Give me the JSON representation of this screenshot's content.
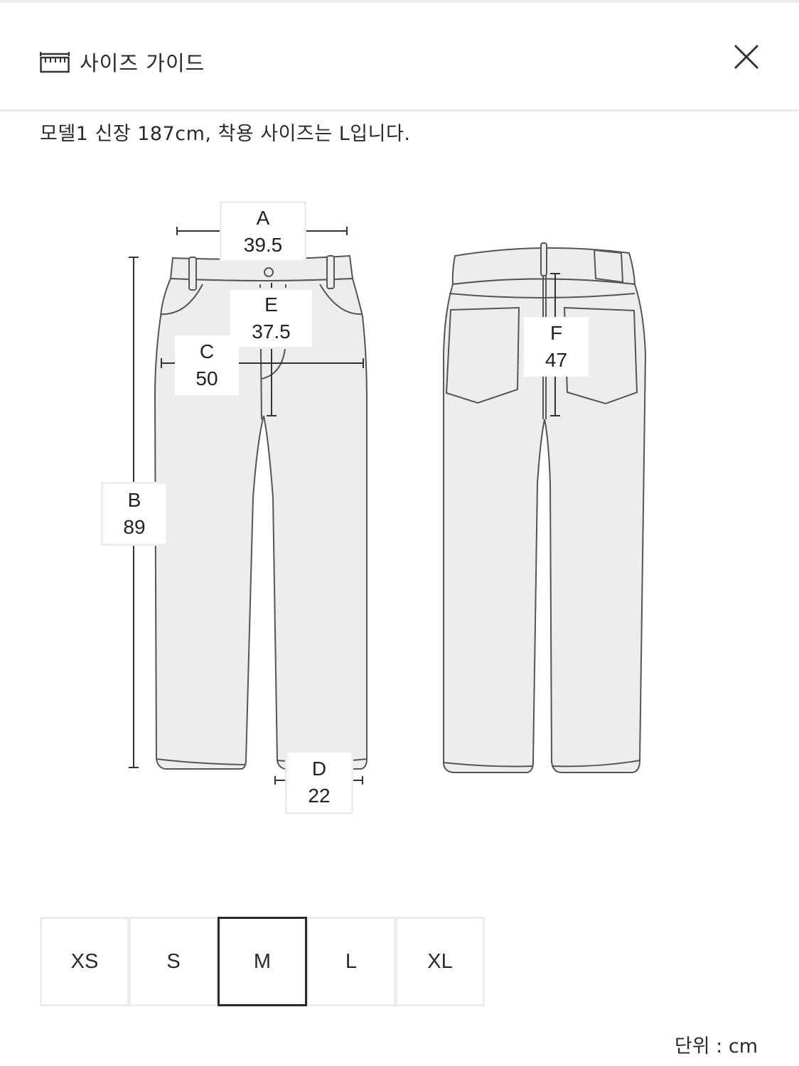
{
  "header": {
    "title": "사이즈 가이드",
    "icon": "ruler-icon",
    "close_icon": "close-icon"
  },
  "model_info": "모델1 신장 187cm, 착용 사이즈는 L입니다.",
  "measurements": {
    "A": {
      "label": "A",
      "value": "39.5"
    },
    "B": {
      "label": "B",
      "value": "89"
    },
    "C": {
      "label": "C",
      "value": "50"
    },
    "D": {
      "label": "D",
      "value": "22"
    },
    "E": {
      "label": "E",
      "value": "37.5"
    },
    "F": {
      "label": "F",
      "value": "47"
    }
  },
  "diagram": {
    "front_view": "pants-front-illustration",
    "back_view": "pants-back-illustration",
    "fill_color": "#ededed",
    "stroke_color": "#555555"
  },
  "sizes": [
    {
      "label": "XS",
      "selected": false
    },
    {
      "label": "S",
      "selected": false
    },
    {
      "label": "M",
      "selected": true
    },
    {
      "label": "L",
      "selected": false
    },
    {
      "label": "XL",
      "selected": false
    }
  ],
  "unit": "단위 : cm"
}
